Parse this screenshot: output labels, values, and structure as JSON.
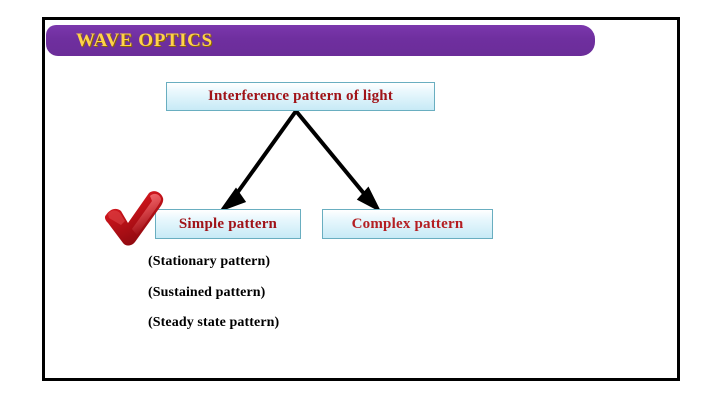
{
  "slide": {
    "title": "WAVE OPTICS",
    "banner_color": "#7030A0",
    "title_text_color": "#FFD24A",
    "frame_color": "#000000",
    "background": "#FFFFFF"
  },
  "diagram": {
    "root_box": {
      "label": "Interference pattern of light",
      "text_color": "#A01318",
      "border_color": "#69AEC0",
      "fill_top": "#FFFFFF",
      "fill_bottom": "#C7EAF6"
    },
    "children": [
      {
        "label": "Simple pattern",
        "text_color": "#A01318",
        "marked": true,
        "marker": "red-check-mark"
      },
      {
        "label": "Complex pattern",
        "text_color": "#B41E22",
        "marked": false,
        "marker": ""
      }
    ],
    "connector": {
      "type": "two-branch-arrow",
      "color": "#000000"
    }
  },
  "notes": [
    "(Stationary pattern)",
    "(Sustained pattern)",
    "(Steady state pattern)"
  ],
  "icons": {
    "check": "red-check-mark-icon",
    "arrow_left": "arrow-down-left-icon",
    "arrow_right": "arrow-down-right-icon"
  }
}
